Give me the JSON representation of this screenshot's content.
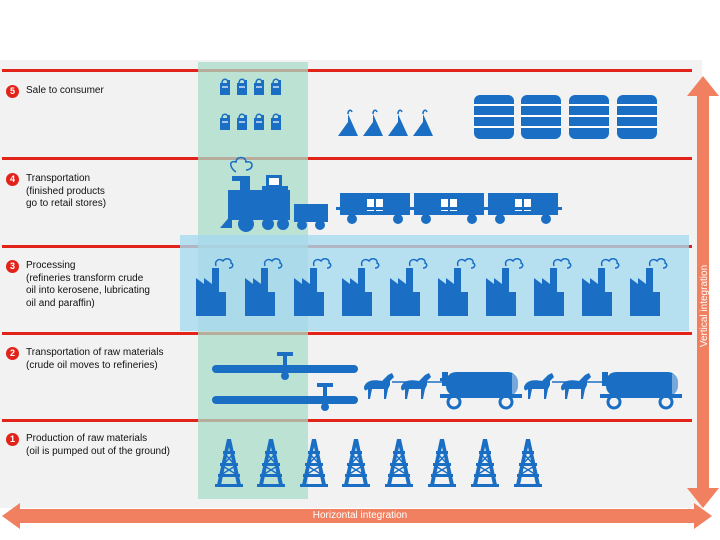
{
  "stages": [
    {
      "num": "5",
      "lines": [
        "Sale to consumer"
      ]
    },
    {
      "num": "4",
      "lines": [
        "Transportation",
        "(finished products",
        "go to retail stores)"
      ]
    },
    {
      "num": "3",
      "lines": [
        "Processing",
        "(refineries transform crude",
        "oil into kerosene, lubricating",
        "oil and paraffin)"
      ]
    },
    {
      "num": "2",
      "lines": [
        "Transportation of raw materials",
        "(crude oil moves to refineries)"
      ]
    },
    {
      "num": "1",
      "lines": [
        "Production of raw materials",
        "(oil is pumped out of the ground)"
      ]
    }
  ],
  "axes": {
    "horizontal": "Horizontal integration",
    "vertical": "Vertical integration"
  },
  "colors": {
    "icon_blue": "#1a6fc4",
    "line_red": "#e2231a",
    "arrow_orange": "#f08060",
    "vertical_highlight": "#a9dcc9",
    "horizontal_highlight": "#a6d9ef"
  },
  "icon_names": [
    "oil-can-icon",
    "funnel-icon",
    "barrel-icon",
    "locomotive-icon",
    "rail-car-icon",
    "refinery-icon",
    "pipeline-icon",
    "horse-wagon-icon",
    "derrick-icon"
  ]
}
